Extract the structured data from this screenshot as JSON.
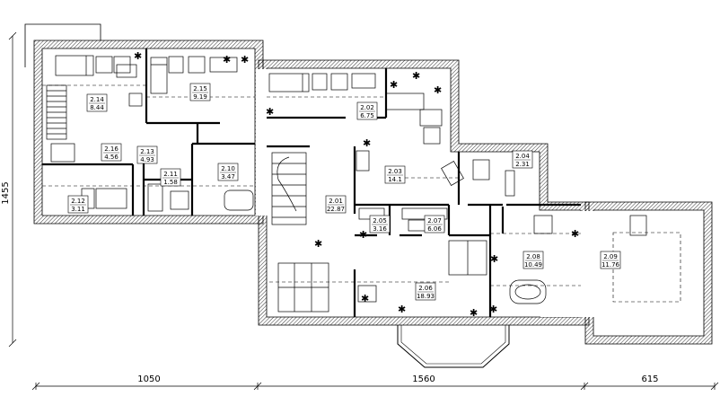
{
  "rooms": [
    {
      "id": "r214",
      "number": "2.14",
      "area": "8.44"
    },
    {
      "id": "r215",
      "number": "2.15",
      "area": "9.19"
    },
    {
      "id": "r202",
      "number": "2.02",
      "area": "6.75"
    },
    {
      "id": "r216",
      "number": "2.16",
      "area": "4.56"
    },
    {
      "id": "r213",
      "number": "2.13",
      "area": "4.93"
    },
    {
      "id": "r211",
      "number": "2.11",
      "area": "1.58"
    },
    {
      "id": "r210",
      "number": "2.10",
      "area": "3.47"
    },
    {
      "id": "r212",
      "number": "2.12",
      "area": "3.11"
    },
    {
      "id": "r201",
      "number": "2.01",
      "area": "22.87"
    },
    {
      "id": "r203",
      "number": "2.03",
      "area": "14.1"
    },
    {
      "id": "r204",
      "number": "2.04",
      "area": "2.31"
    },
    {
      "id": "r205",
      "number": "2.05",
      "area": "3.16"
    },
    {
      "id": "r207",
      "number": "2.07",
      "area": "6.06"
    },
    {
      "id": "r208",
      "number": "2.08",
      "area": "10.49"
    },
    {
      "id": "r209",
      "number": "2.09",
      "area": "11.76"
    },
    {
      "id": "r206",
      "number": "2.06",
      "area": "18.93"
    }
  ],
  "dimensions": {
    "height": "1455",
    "width_left": "1050",
    "width_middle": "1560",
    "width_right": "615"
  }
}
